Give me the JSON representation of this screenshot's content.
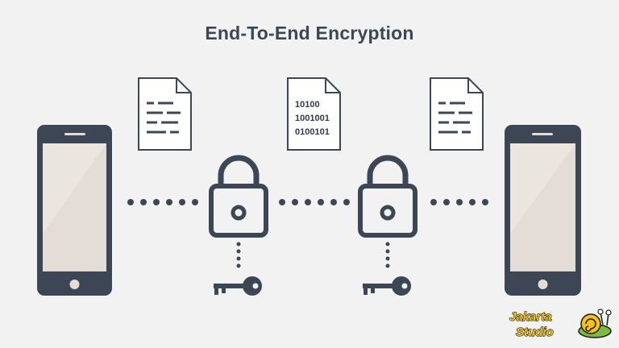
{
  "title": "End-To-End Encryption",
  "encrypted_document": {
    "lines": [
      "10100",
      "1001001",
      "0100101"
    ]
  },
  "watermark": {
    "line1": "Jakarta",
    "line2": "Studio"
  },
  "colors": {
    "background": "#f2f2f2",
    "outline": "#3c4654",
    "phone_screen": "#e4dcd6",
    "watermark_text": "#f4c21a",
    "watermark_snail": "#7dbb3c"
  },
  "icons": {
    "sender_phone": "smartphone-icon",
    "receiver_phone": "smartphone-icon",
    "plain_document": "document-icon",
    "encrypted_document": "binary-document-icon",
    "lock": "padlock-icon",
    "key": "key-icon"
  }
}
